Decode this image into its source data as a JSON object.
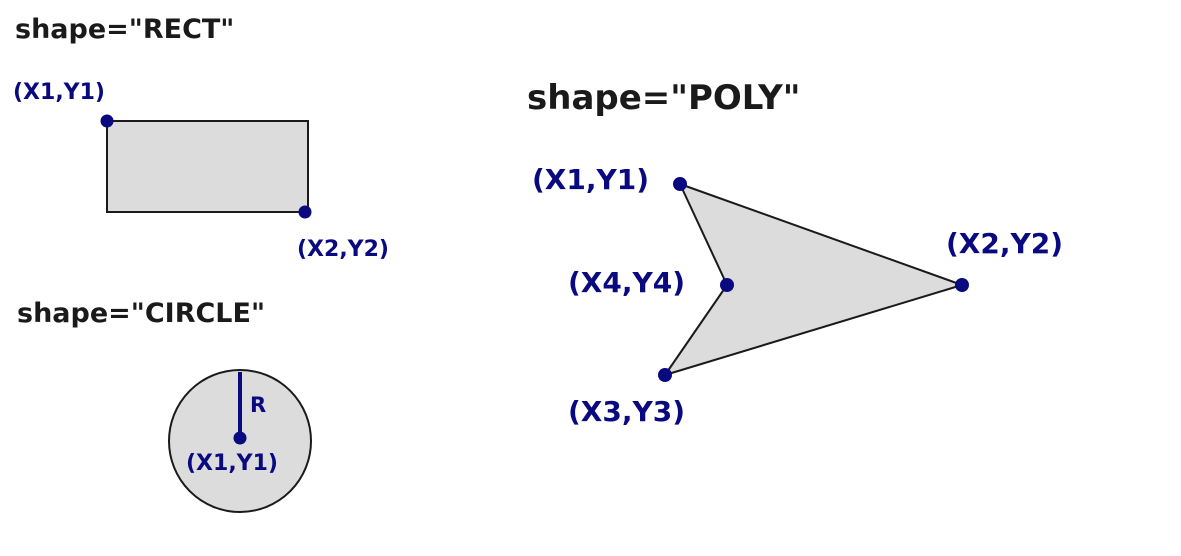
{
  "colors": {
    "shape_fill": "#dcdcdc",
    "shape_stroke": "#1a1a1a",
    "point": "#0a0a80",
    "label": "#0a0a80",
    "heading": "#1a1a1a"
  },
  "rect": {
    "heading": "shape=\"RECT\"",
    "point1_label": "(X1,Y1)",
    "point2_label": "(X2,Y2)"
  },
  "circle": {
    "heading": "shape=\"CIRCLE\"",
    "radius_label": "R",
    "center_label": "(X1,Y1)"
  },
  "poly": {
    "heading": "shape=\"POLY\"",
    "point1_label": "(X1,Y1)",
    "point2_label": "(X2,Y2)",
    "point3_label": "(X3,Y3)",
    "point4_label": "(X4,Y4)"
  }
}
